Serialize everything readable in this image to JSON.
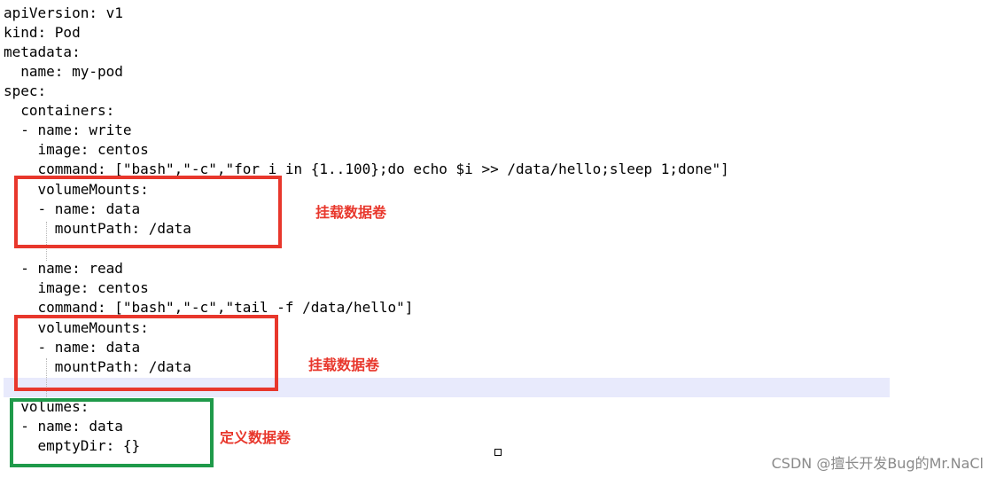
{
  "editor": {
    "lines": [
      "apiVersion: v1",
      "kind: Pod",
      "metadata:",
      "  name: my-pod",
      "spec:",
      "  containers:",
      "  - name: write",
      "    image: centos",
      "    command: [\"bash\",\"-c\",\"for i in {1..100};do echo $i >> /data/hello;sleep 1;done\"]",
      "    volumeMounts:",
      "    - name: data",
      "      mountPath: /data",
      "",
      "  - name: read",
      "    image: centos",
      "    command: [\"bash\",\"-c\",\"tail -f /data/hello\"]",
      "    volumeMounts:",
      "    - name: data",
      "      mountPath: /data",
      "",
      "  volumes:",
      "  - name: data",
      "    emptyDir: {}"
    ],
    "current_line_highlight": "#e8eafc"
  },
  "annotations": {
    "mount_label_1": "挂载数据卷",
    "mount_label_2": "挂载数据卷",
    "define_label": "定义数据卷",
    "red": "#e8372c",
    "green": "#1f9a4a"
  },
  "watermark": "CSDN @擅长开发Bug的Mr.NaCl"
}
